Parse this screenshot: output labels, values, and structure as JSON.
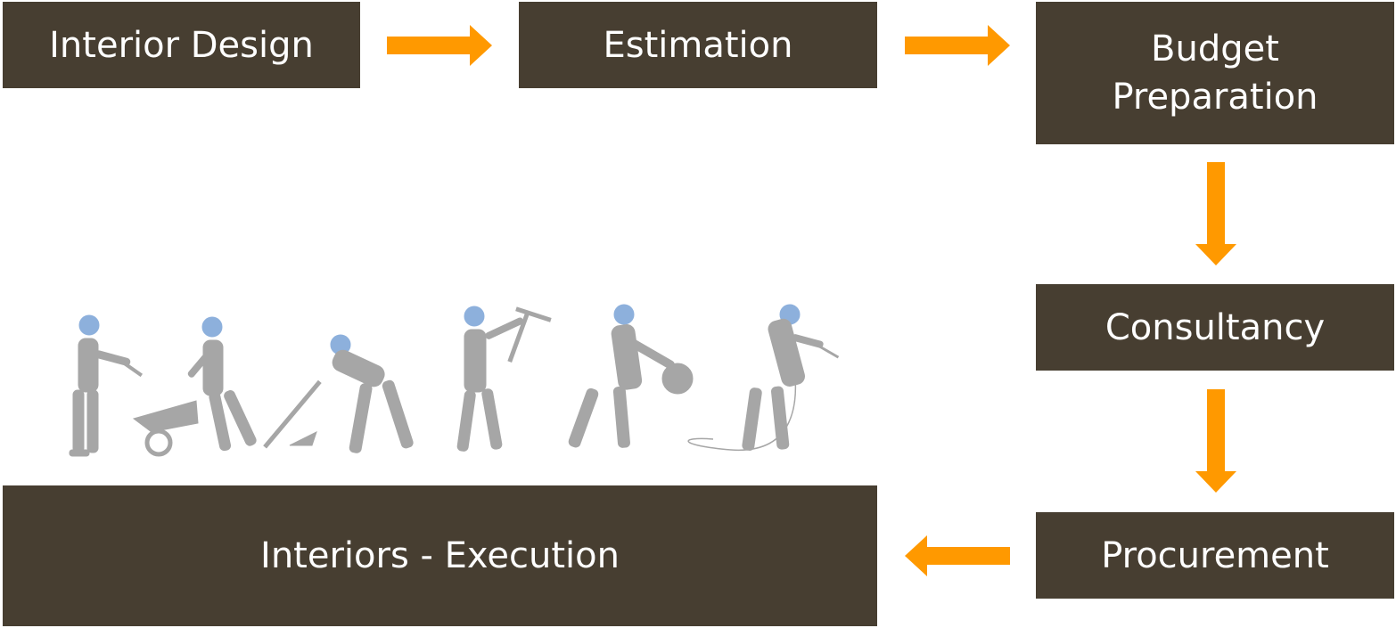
{
  "colors": {
    "box": "#473e31",
    "arrow": "#ff9900",
    "figure": "#a6a6a6",
    "helmet": "#8db0dc"
  },
  "steps": [
    {
      "label": "Interior Design"
    },
    {
      "label": "Estimation"
    },
    {
      "label": "Budget\nPreparation"
    },
    {
      "label": "Consultancy"
    },
    {
      "label": "Procurement"
    },
    {
      "label": "Interiors - Execution"
    }
  ],
  "connectors": [
    {
      "from": "Interior Design",
      "to": "Estimation",
      "direction": "right"
    },
    {
      "from": "Estimation",
      "to": "Budget\nPreparation",
      "direction": "right"
    },
    {
      "from": "Budget\nPreparation",
      "to": "Consultancy",
      "direction": "down"
    },
    {
      "from": "Consultancy",
      "to": "Procurement",
      "direction": "down"
    },
    {
      "from": "Procurement",
      "to": "Interiors - Execution",
      "direction": "left"
    }
  ],
  "illustration": {
    "icon": "construction-workers-icon",
    "count": 6
  }
}
